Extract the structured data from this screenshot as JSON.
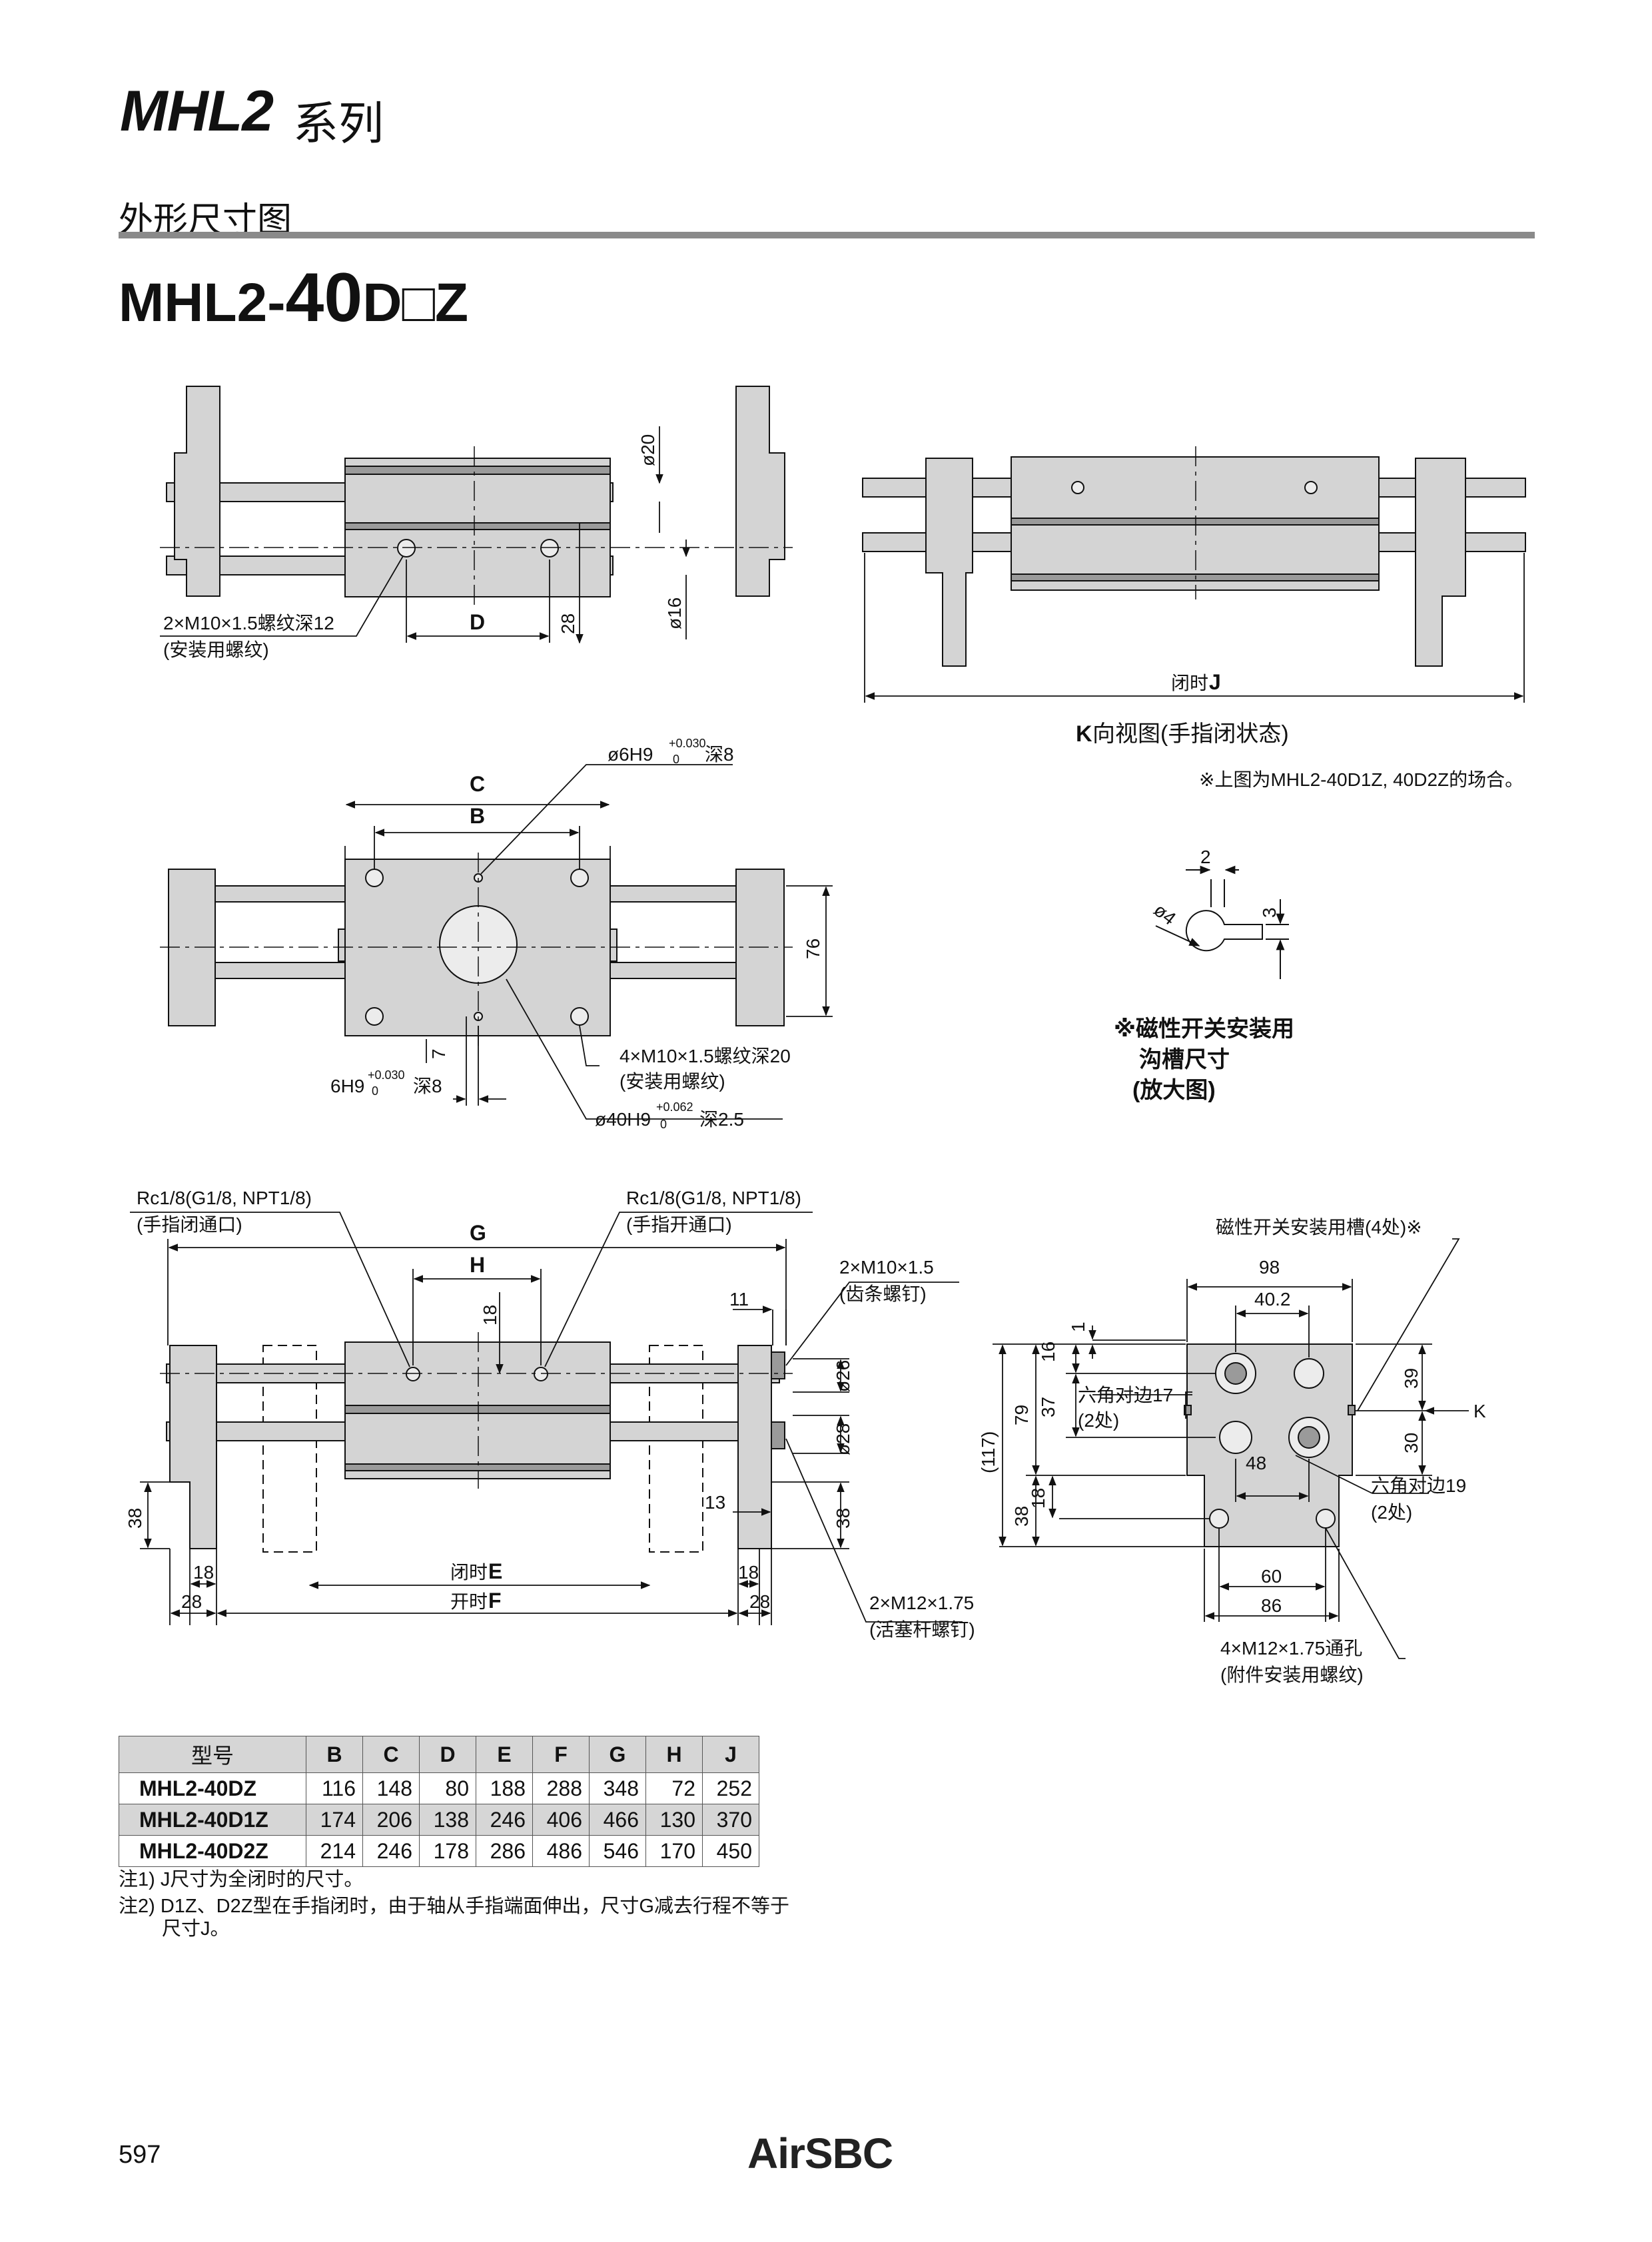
{
  "header": {
    "series_name": "MHL2",
    "series_suffix": "系列",
    "section_heading": "外形尺寸图",
    "model_prefix": "MHL2-",
    "model_big": "40",
    "model_suffix": "D□Z"
  },
  "view_top": {
    "thread_callout": "2×M10×1.5螺纹深12",
    "thread_callout_note": "(安装用螺纹)",
    "dim_d": "D",
    "dim_28": "28",
    "dim_phi20": "ø20",
    "dim_phi16": "ø16"
  },
  "view_k": {
    "dim_j_prefix": "闭时",
    "dim_j": "J",
    "caption_key": "K",
    "caption_rest": "向视图(手指闭状态)",
    "caption_note": "※上图为MHL2-40D1Z, 40D2Z的场合。"
  },
  "view_bottom": {
    "dim_c": "C",
    "dim_b": "B",
    "dim_76": "76",
    "dim_7": "7",
    "pin_hole_top": "ø6H9",
    "pin_hole_top_tol_upper": "+0.030",
    "pin_hole_top_tol_lower": "0",
    "pin_hole_top_depth": "深8",
    "pin_hole_bottom": "6H9",
    "pin_hole_bottom_tol_upper": "+0.030",
    "pin_hole_bottom_tol_lower": "0",
    "pin_hole_bottom_depth": "深8",
    "thread_callout": "4×M10×1.5螺纹深20",
    "thread_callout_note": "(安装用螺纹)",
    "bore": "ø40H9",
    "bore_tol_upper": "+0.062",
    "bore_tol_lower": "0",
    "bore_depth": "深2.5"
  },
  "groove_detail": {
    "dim_2": "2",
    "dim_3": "3",
    "dim_phi4": "ø4",
    "title_line1": "※磁性开关安装用",
    "title_line2": "沟槽尺寸",
    "title_line3": "(放大图)"
  },
  "view_side": {
    "port_close": "Rc1/8(G1/8, NPT1/8)",
    "port_close_note": "(手指闭通口)",
    "port_open": "Rc1/8(G1/8, NPT1/8)",
    "port_open_note": "(手指开通口)",
    "dim_g": "G",
    "dim_h": "H",
    "dim_18_top": "18",
    "dim_11": "11",
    "rack_screw": "2×M10×1.5",
    "rack_screw_note": "(齿条螺钉)",
    "dim_phi26": "ø26",
    "dim_phi28": "ø28",
    "dim_13": "13",
    "dim_38_left": "38",
    "dim_38_right": "38",
    "dim_18_left": "18",
    "dim_28_left": "28",
    "dim_18_right": "18",
    "dim_28_right": "28",
    "dim_e_prefix": "闭时",
    "dim_e": "E",
    "dim_f_prefix": "开时",
    "dim_f": "F",
    "piston_screw": "2×M12×1.75",
    "piston_screw_note": "(活塞杆螺钉)"
  },
  "view_end": {
    "groove_callout": "磁性开关安装用槽(4处)※",
    "dim_98": "98",
    "dim_40_2": "40.2",
    "dim_1": "1",
    "dim_16": "16",
    "dim_37": "37",
    "dim_79": "79",
    "dim_117": "(117)",
    "dim_38": "38",
    "dim_18": "18",
    "dim_39": "39",
    "dim_30": "30",
    "dim_48": "48",
    "dim_60": "60",
    "dim_86": "86",
    "hex17": "六角对边17",
    "hex17_note": "(2处)",
    "hex19": "六角对边19",
    "hex19_note": "(2处)",
    "k_label": "K",
    "thread_callout": "4×M12×1.75通孔",
    "thread_callout_note": "(附件安装用螺纹)"
  },
  "table": {
    "headers": [
      "型号",
      "B",
      "C",
      "D",
      "E",
      "F",
      "G",
      "H",
      "J"
    ],
    "rows": [
      {
        "model": "MHL2-40DZ",
        "values": [
          "116",
          "148",
          "80",
          "188",
          "288",
          "348",
          "72",
          "252"
        ]
      },
      {
        "model": "MHL2-40D1Z",
        "values": [
          "174",
          "206",
          "138",
          "246",
          "406",
          "466",
          "130",
          "370"
        ]
      },
      {
        "model": "MHL2-40D2Z",
        "values": [
          "214",
          "246",
          "178",
          "286",
          "486",
          "546",
          "170",
          "450"
        ]
      }
    ]
  },
  "notes": {
    "note1": "注1) J尺寸为全闭时的尺寸。",
    "note2": "注2) D1Z、D2Z型在手指闭时，由于轴从手指端面伸出，尺寸G减去行程不等于",
    "note2_cont": "尺寸J。"
  },
  "footer": {
    "page_number": "597",
    "brand": "AirSBC"
  }
}
